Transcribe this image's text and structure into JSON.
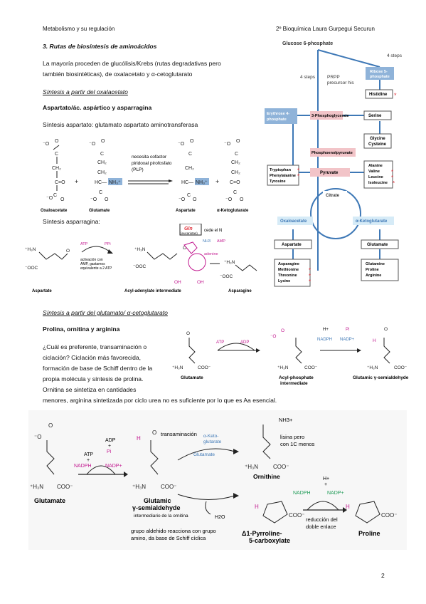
{
  "header": {
    "left": "Metabolismo y su regulación",
    "right": "2º Bioquímica Laura Gurpegui Securun"
  },
  "section": {
    "title": "3. Rutas de biosíntesis de aminoácidos",
    "intro_line1": "La mayoría proceden de glucólisis/Krebs (rutas degradativas pero",
    "intro_line2": "también biosintéticas), de oxalacetato y α-cetoglutarato"
  },
  "oxalacetato": {
    "heading": "Síntesis a partir del oxalacetato",
    "subheading": "Aspartato/ác. aspártico y asparragina",
    "aspartato_line": "Síntesis aspartato: glutamato aspartato aminotransferasa",
    "cofactor_note": [
      "necesita cofactor",
      "piridoxal pirofosfato",
      "(PLP)"
    ],
    "compounds": [
      "Oxaloacetate",
      "Glutamate",
      "Aspartate",
      "α-Ketoglutarate"
    ],
    "asparragina_line": "Síntesis asparragina:",
    "asn_scheme": {
      "gln": "Gln",
      "gln_note": "(eucariotas)",
      "cede": "cede el N",
      "atp": "ATP",
      "ppi": "PPi",
      "activation": [
        "activación con",
        "AMP, gastamos",
        "equivalente a 2 ATP"
      ],
      "adenine": "adenine",
      "nh3": "NH3",
      "amp": "AMP",
      "labels": [
        "Aspartate",
        "Acyl-adenylate intermediate",
        "Asparagine"
      ]
    }
  },
  "pathway": {
    "glucose6p": "Glucose 6-phosphate",
    "four_steps_right": "4 steps",
    "four_steps_left": "4 steps",
    "prpp": [
      "PRPP",
      "precursor his"
    ],
    "ribose5p": [
      "Ribose 5-",
      "phosphate"
    ],
    "histidine": "Histidine",
    "erythrose4p": [
      "Erythrose 4-",
      "phosphate"
    ],
    "three_pg": "3-Phosphoglycerate",
    "serine": "Serine",
    "glycine_cysteine": [
      "Glycine",
      "Cysteine"
    ],
    "pep": "Phosphoenolpyruvate",
    "aromatic": [
      "Tryptophan",
      "Phenylalanine",
      "Tyrosine"
    ],
    "pyruvate": "Pyruvate",
    "pyr_family": [
      "Alanine",
      "Valine",
      "Leucine",
      "Isoleucine"
    ],
    "citrate": "Citrate",
    "oxaloacetate": "Oxaloacetate",
    "akg": "α-Ketoglutarate",
    "aspartate": "Aspartate",
    "glutamate": "Glutamate",
    "asp_family": [
      "Asparagine",
      "Methionine",
      "Threonine",
      "Lysine"
    ],
    "glu_family": [
      "Glutamine",
      "Proline",
      "Arginine"
    ],
    "essential_mark": "*",
    "colors": {
      "blue": "#8fb3d9",
      "pink": "#f2c4c8",
      "arrow": "#3e78b6",
      "star": "#e0323c"
    }
  },
  "glutamato": {
    "heading": "Síntesis a partir del glutamato/ α-cetoglutarato",
    "subheading": "Prolina, ornitina y arginina",
    "para_lines": [
      "¿Cuál es preferente, transaminación o",
      "ciclación? Ciclación más favorecida,",
      "formación de base de Schiff dentro de la",
      "propia molécula y síntesis de prolina.",
      "Ornitina se sintetiza en cantidades"
    ],
    "para_last": "menores, arginina sintetizada por ciclo urea no es suficiente por lo que es Aa esencial.",
    "top_scheme": {
      "atp": "ATP",
      "adp": "ADP",
      "h": "H+",
      "pi": "Pi",
      "nadph": "NADPH",
      "nadp": "NADP+",
      "labels": [
        "Glutamate",
        "Acyl-phosphate",
        "intermediate",
        "Glutamic γ-semialdehyde"
      ]
    }
  },
  "bottom_scheme": {
    "adp": "ADP",
    "plus": "+",
    "atp": "ATP",
    "pi": "Pi",
    "nadph": "NADPH",
    "nadp": "NADP+",
    "transaminacion": "transaminación",
    "akg": [
      "α-Keto-",
      "glutarate"
    ],
    "glutamate_small": "Glutamate",
    "lisina_note": [
      "lisina pero",
      "con 1C menos"
    ],
    "nh3": "NH3+",
    "h2o": "H2O",
    "h_plus": "H+",
    "reduccion": [
      "reducción del",
      "doble enlace"
    ],
    "glutamate": "Glutamate",
    "semialdehyde": [
      "Glutamic",
      "γ-semialdehyde"
    ],
    "semialdehyde_note": "intermediario de la ornitina",
    "schiff_note": [
      "grupo aldehido reacciona con grupo",
      "amino, da base de Schiff cíclica"
    ],
    "ornithine": "Ornithine",
    "p5c": [
      "Δ1-Pyrroline-",
      "5-carboxylate"
    ],
    "proline": "Proline"
  },
  "page_number": "2"
}
